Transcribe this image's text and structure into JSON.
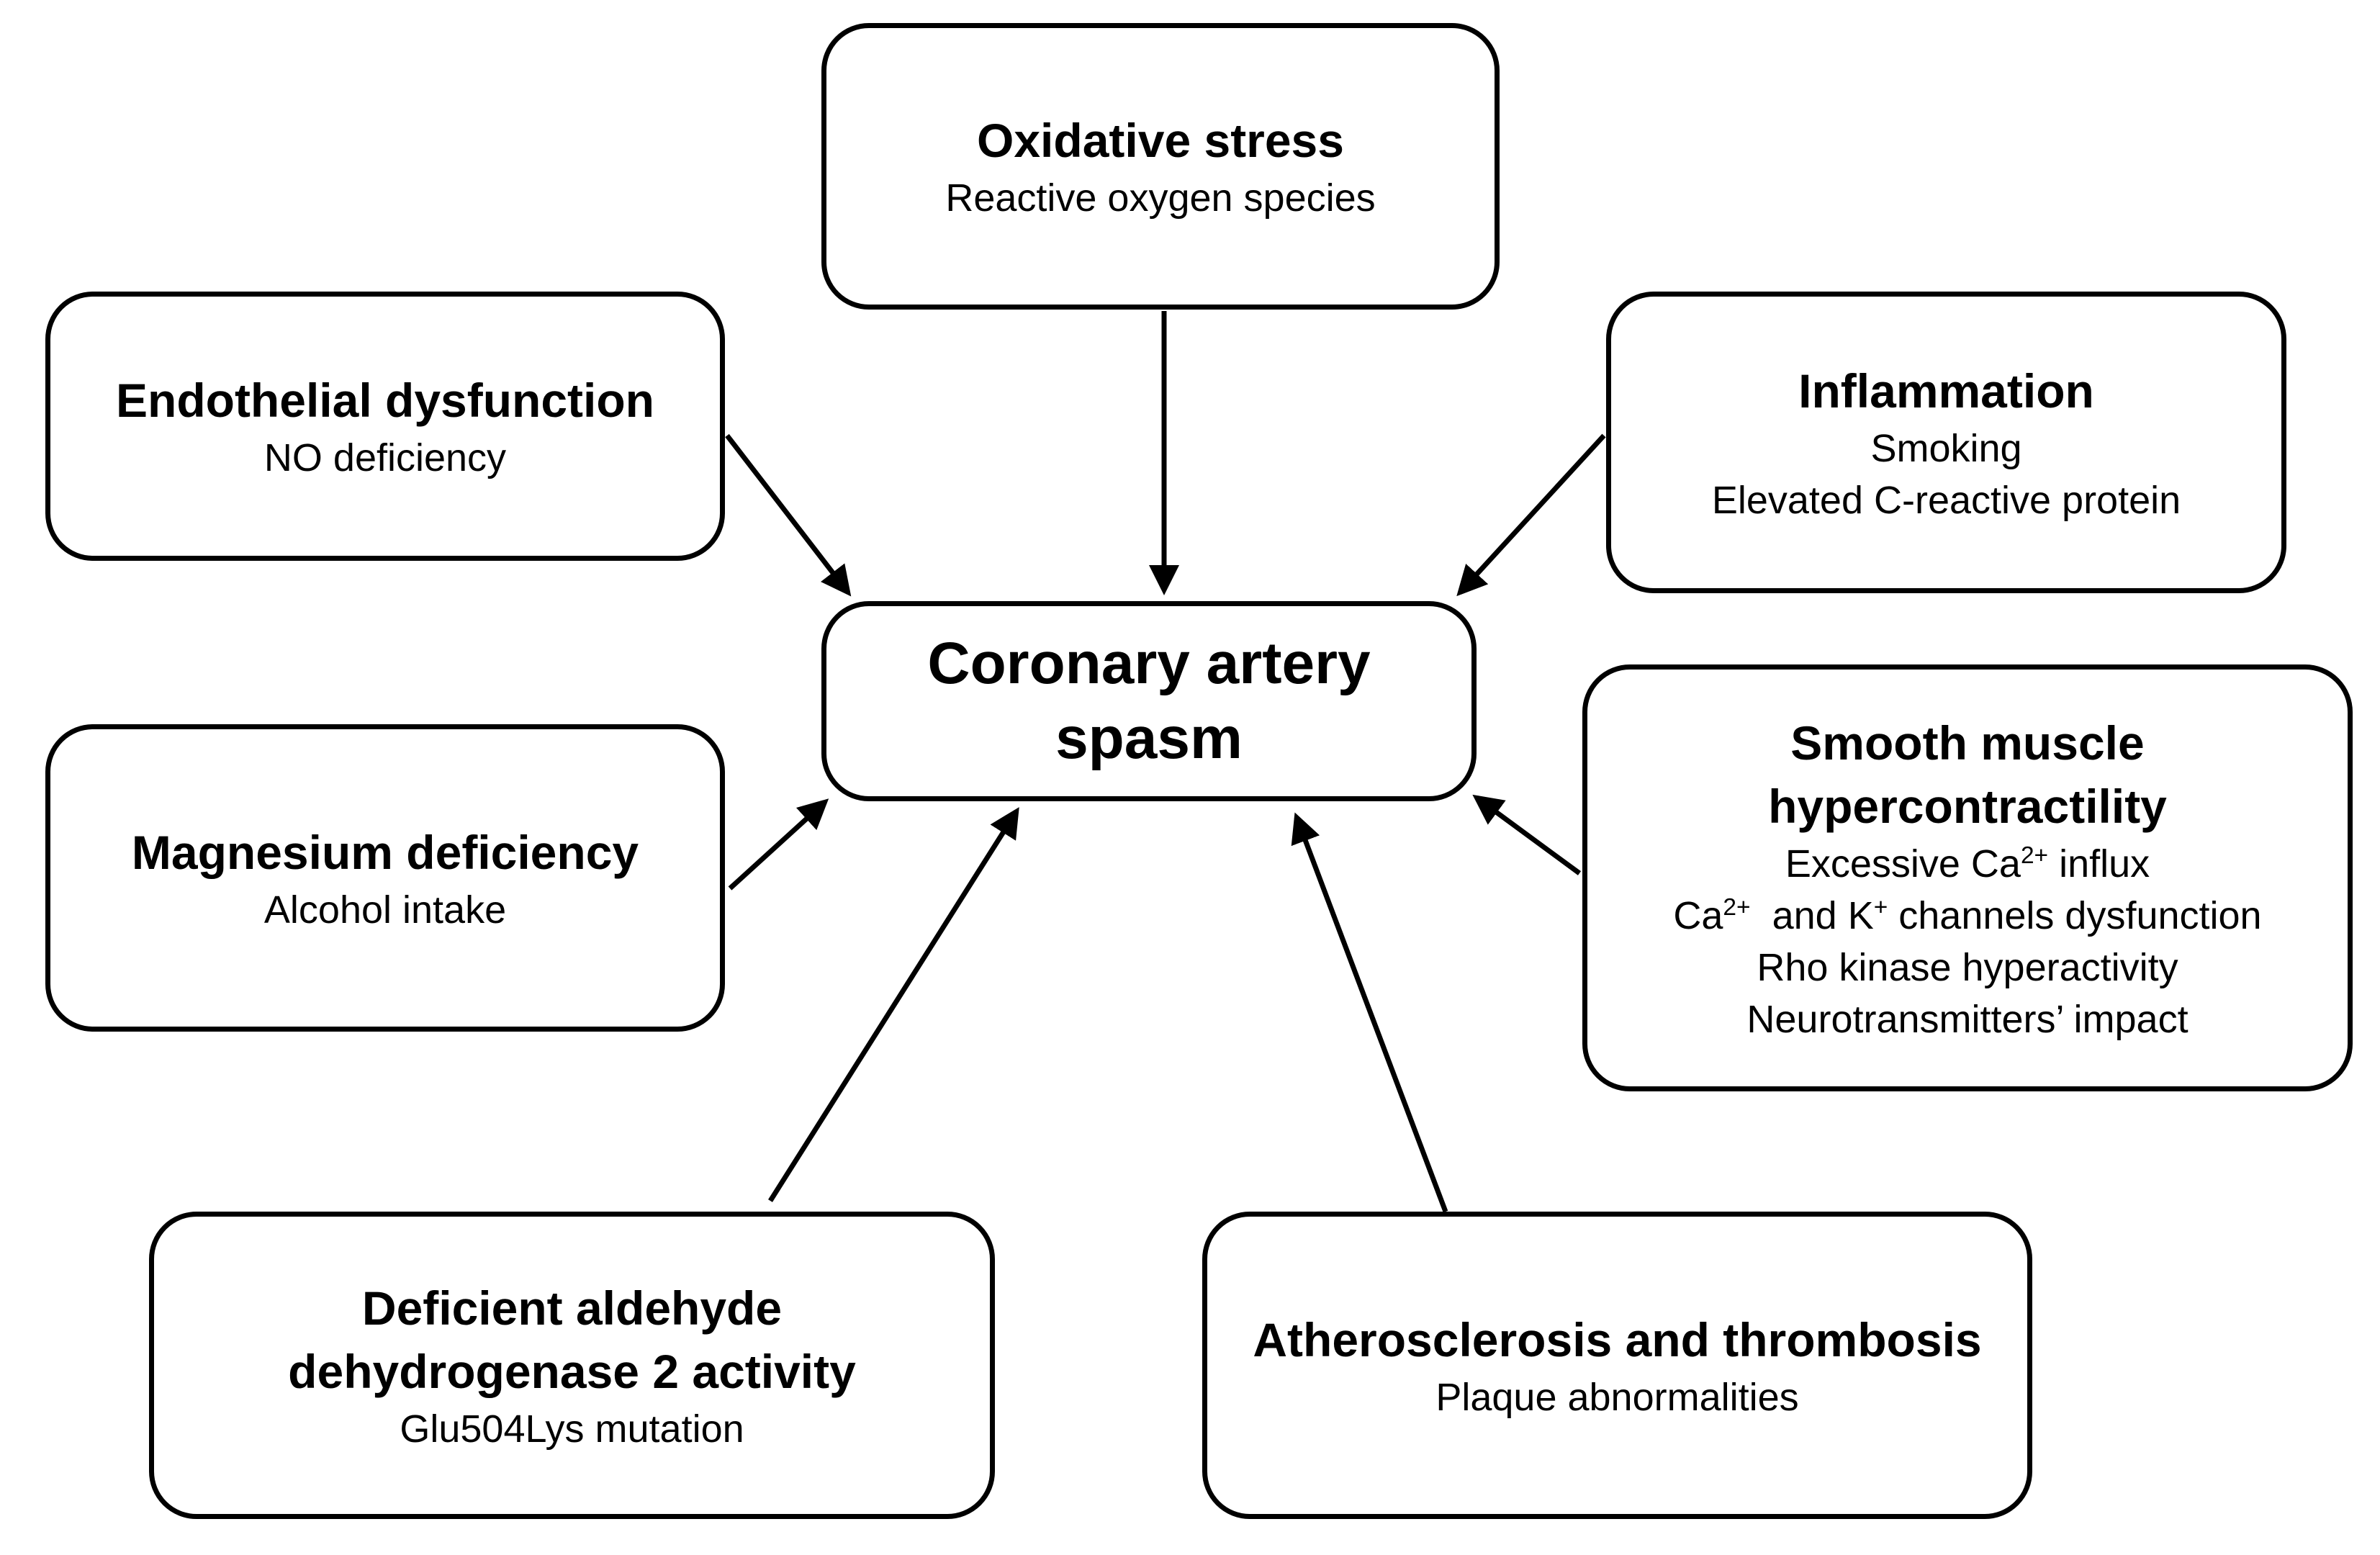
{
  "diagram": {
    "center": {
      "title_line1": "Coronary artery",
      "title_line2": "spasm"
    },
    "oxidative": {
      "title": "Oxidative stress",
      "line1": "Reactive oxygen species"
    },
    "endothelial": {
      "title": "Endothelial dysfunction",
      "line1": "NO deficiency"
    },
    "inflammation": {
      "title": "Inflammation",
      "line1": "Smoking",
      "line2": "Elevated C-reactive protein"
    },
    "magnesium": {
      "title": "Magnesium deficiency",
      "line1": "Alcohol intake"
    },
    "smooth_muscle": {
      "title_line1": "Smooth muscle",
      "title_line2": "hypercontractility",
      "l1_pre": "Excessive Ca",
      "l1_sup": "2+",
      "l1_post": " influx",
      "l2_pre": "Ca",
      "l2_sup1": "2+",
      "l2_mid": "  and K",
      "l2_sup2": "+",
      "l2_post": " channels dysfunction",
      "line3": "Rho kinase hyperactivity",
      "line4": "Neurotransmitters’ impact"
    },
    "aldehyde": {
      "title_line1": "Deficient aldehyde",
      "title_line2": "dehydrogenase 2 activity",
      "line1": "Glu504Lys mutation"
    },
    "atherosclerosis": {
      "title": "Atherosclerosis and thrombosis",
      "line1": "Plaque abnormalities"
    },
    "colors": {
      "stroke": "#000000",
      "background": "#ffffff"
    }
  }
}
